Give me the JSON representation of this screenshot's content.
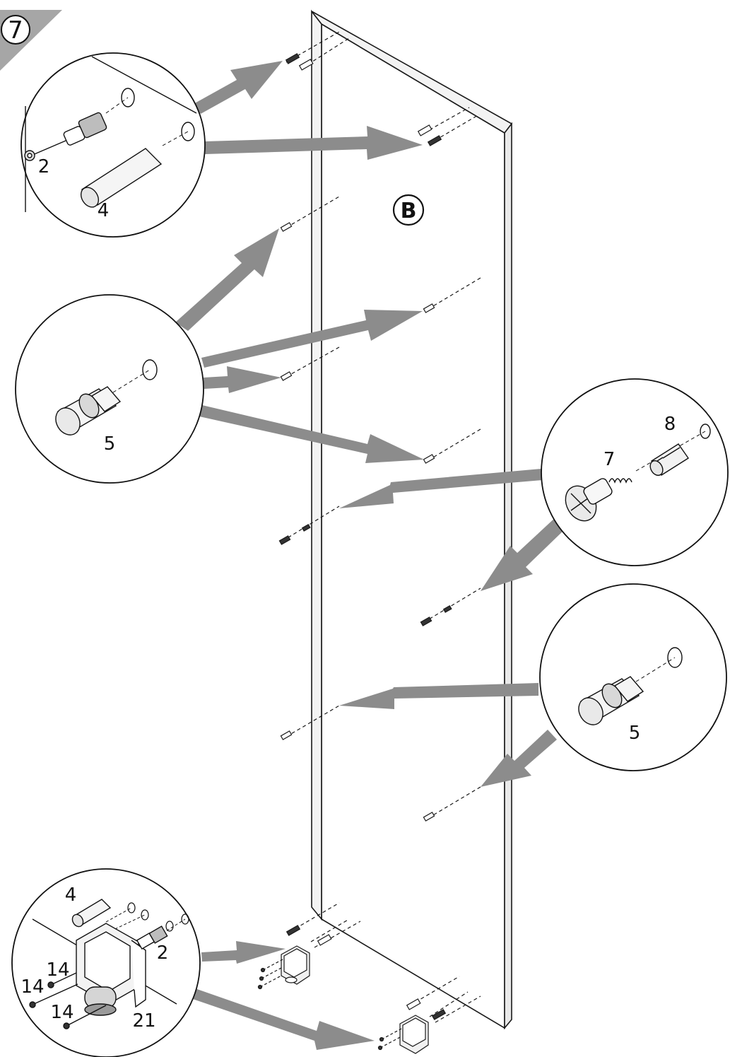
{
  "step": {
    "number": "7"
  },
  "panel": {
    "label": "B"
  },
  "callouts": {
    "top_left": {
      "parts": [
        "2",
        "4"
      ]
    },
    "mid_left": {
      "parts": [
        "5"
      ]
    },
    "right_upper": {
      "parts": [
        "8",
        "7"
      ]
    },
    "right_lower": {
      "parts": [
        "5"
      ]
    },
    "bottom_left": {
      "parts": [
        "4",
        "2",
        "14",
        "14",
        "14",
        "21"
      ]
    }
  },
  "colors": {
    "arrow": "#8c8c8c",
    "line": "#1a1a1a",
    "badge": "#a6a6a6"
  }
}
